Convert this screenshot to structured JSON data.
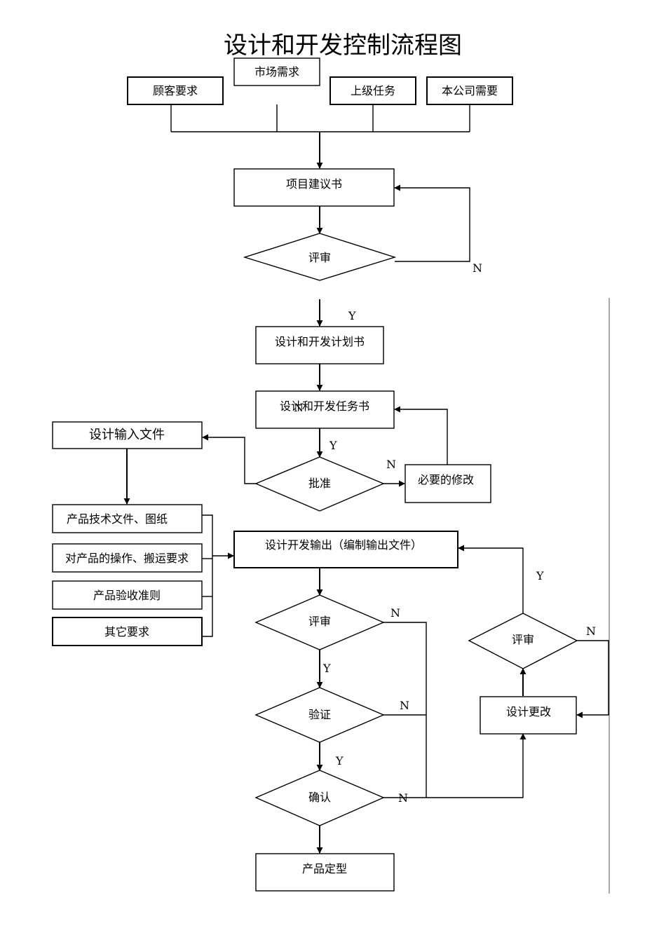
{
  "title": "设计和开发控制流程图",
  "nodes": {
    "market": "市场需求",
    "customer": "顾客要求",
    "superior": "上级任务",
    "company": "本公司需要",
    "proposal": "项目建议书",
    "review1": "评审",
    "plan": "设计和开发计划书",
    "task": "设计和开发任务书",
    "input_doc": "设计输入文件",
    "approve": "批准",
    "modify": "必要的修改",
    "tech_doc": "产品技术文件、图纸",
    "handling": "对产品的操作、搬运要求",
    "acceptance": "产品验收准则",
    "other": "其它要求",
    "output": "设计开发输出（编制输出文件）",
    "review2": "评审",
    "verify": "验证",
    "confirm": "确认",
    "finalize": "产品定型",
    "review3": "评审",
    "change": "设计更改"
  },
  "labels": {
    "review1_no": "N",
    "review1_yes": "Y",
    "task_no": "N",
    "approve_yes": "Y",
    "approve_no": "N",
    "review3_yes": "Y",
    "review2_no": "N",
    "review3_no": "N",
    "review2_yes": "Y",
    "verify_no": "N",
    "verify_yes": "Y",
    "confirm_no": "N"
  }
}
